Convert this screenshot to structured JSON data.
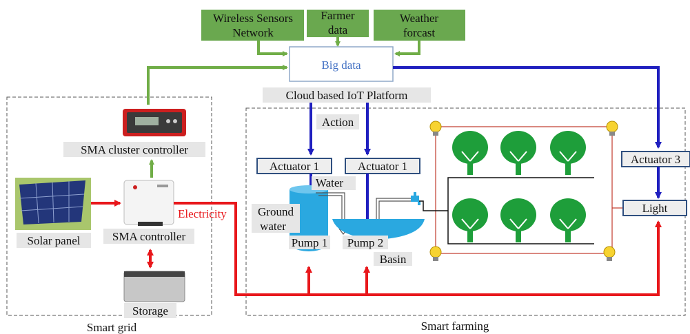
{
  "inputs": {
    "wsn_line1": "Wireless Sensors",
    "wsn_line2": "Network",
    "farmer_line1": "Farmer",
    "farmer_line2": "data",
    "weather_line1": "Weather",
    "weather_line2": "forcast"
  },
  "big_data": "Big data",
  "cloud_platform": "Cloud based IoT Platform",
  "action": "Action",
  "actuator1a": "Actuator 1",
  "actuator1b": "Actuator 1",
  "actuator3": "Actuator 3",
  "water": "Water",
  "ground_water_line1": "Ground",
  "ground_water_line2": "water",
  "pump1": "Pump 1",
  "pump2": "Pump 2",
  "basin": "Basin",
  "light": "Light",
  "electricity": "Electricity",
  "sma_cluster": "SMA cluster controller",
  "sma_controller": "SMA controller",
  "solar_panel": "Solar panel",
  "storage": "Storage",
  "smart_grid": "Smart grid",
  "smart_farming": "Smart farming",
  "colors": {
    "green_box": "#6aa84f",
    "green_arrow": "#70ad47",
    "blue_arrow": "#1f1fbf",
    "red_arrow": "#e8171b",
    "label_bg": "#e6e6e6",
    "actuator_border": "#2f4f7f",
    "big_data_text": "#4472c4",
    "tree": "#1e9e3a",
    "water": "#2aa8e0"
  }
}
